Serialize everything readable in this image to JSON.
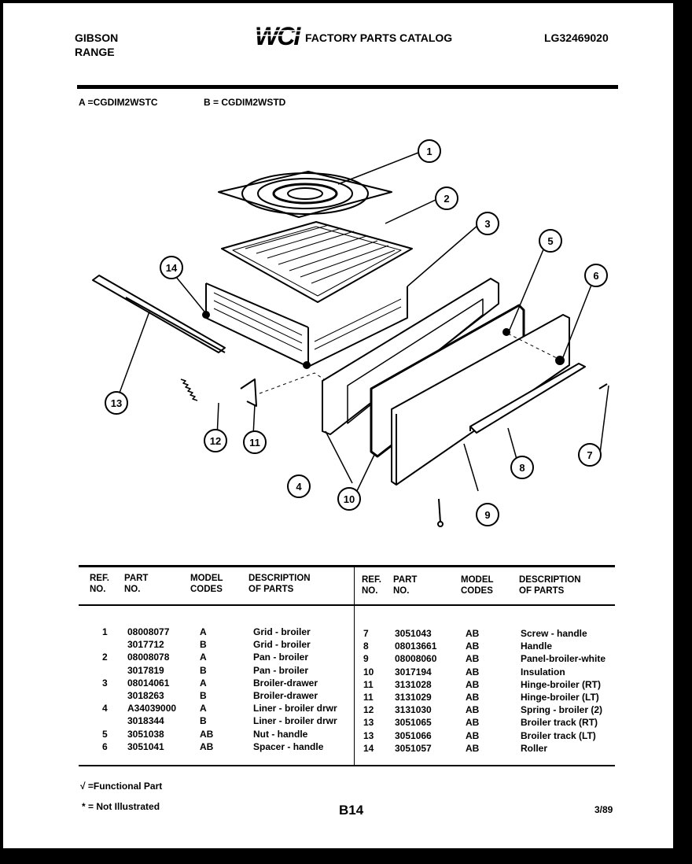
{
  "header": {
    "brand": "GIBSON",
    "product": "RANGE",
    "logo": "WCI",
    "catalog_title": "FACTORY PARTS CATALOG",
    "catalog_number": "LG32469020"
  },
  "models": {
    "a": "A =CGDIM2WSTC",
    "b": "B = CGDIM2WSTD"
  },
  "callouts": [
    "1",
    "2",
    "3",
    "4",
    "5",
    "6",
    "7",
    "8",
    "9",
    "10",
    "11",
    "12",
    "13",
    "14"
  ],
  "table": {
    "headers": {
      "ref": [
        "REF.",
        "NO."
      ],
      "part": [
        "PART",
        "NO."
      ],
      "model": [
        "MODEL",
        "CODES"
      ],
      "desc": [
        "DESCRIPTION",
        "OF PARTS"
      ]
    },
    "left_rows": [
      {
        "ref": "1",
        "part": "08008077",
        "model": "A",
        "desc": "Grid - broiler"
      },
      {
        "ref": "",
        "part": "3017712",
        "model": "B",
        "desc": "Grid - broiler"
      },
      {
        "ref": "2",
        "part": "08008078",
        "model": "A",
        "desc": "Pan - broiler"
      },
      {
        "ref": "",
        "part": "3017819",
        "model": "B",
        "desc": "Pan - broiler"
      },
      {
        "ref": "3",
        "part": "08014061",
        "model": "A",
        "desc": "Broiler-drawer"
      },
      {
        "ref": "",
        "part": "3018263",
        "model": "B",
        "desc": "Broiler-drawer"
      },
      {
        "ref": "4",
        "part": "A34039000",
        "model": "A",
        "desc": "Liner - broiler drwr"
      },
      {
        "ref": "",
        "part": "3018344",
        "model": "B",
        "desc": "Liner - broiler drwr"
      },
      {
        "ref": "5",
        "part": "3051038",
        "model": "AB",
        "desc": "Nut - handle"
      },
      {
        "ref": "6",
        "part": "3051041",
        "model": "AB",
        "desc": "Spacer - handle"
      }
    ],
    "right_rows": [
      {
        "ref": "7",
        "part": "3051043",
        "model": "AB",
        "desc": "Screw - handle"
      },
      {
        "ref": "8",
        "part": "08013661",
        "model": "AB",
        "desc": "Handle"
      },
      {
        "ref": "9",
        "part": "08008060",
        "model": "AB",
        "desc": "Panel-broiler-white"
      },
      {
        "ref": "10",
        "part": "3017194",
        "model": "AB",
        "desc": "Insulation"
      },
      {
        "ref": "11",
        "part": "3131028",
        "model": "AB",
        "desc": "Hinge-broiler (RT)"
      },
      {
        "ref": "11",
        "part": "3131029",
        "model": "AB",
        "desc": "Hinge-broiler (LT)"
      },
      {
        "ref": "12",
        "part": "3131030",
        "model": "AB",
        "desc": "Spring - broiler (2)"
      },
      {
        "ref": "13",
        "part": "3051065",
        "model": "AB",
        "desc": "Broiler track (RT)"
      },
      {
        "ref": "13",
        "part": "3051066",
        "model": "AB",
        "desc": "Broiler track (LT)"
      },
      {
        "ref": "14",
        "part": "3051057",
        "model": "AB",
        "desc": "Roller"
      }
    ]
  },
  "footer": {
    "functional": "√ =Functional Part",
    "not_illustrated": "* = Not Illustrated",
    "page_code": "B14",
    "date": "3/89"
  }
}
